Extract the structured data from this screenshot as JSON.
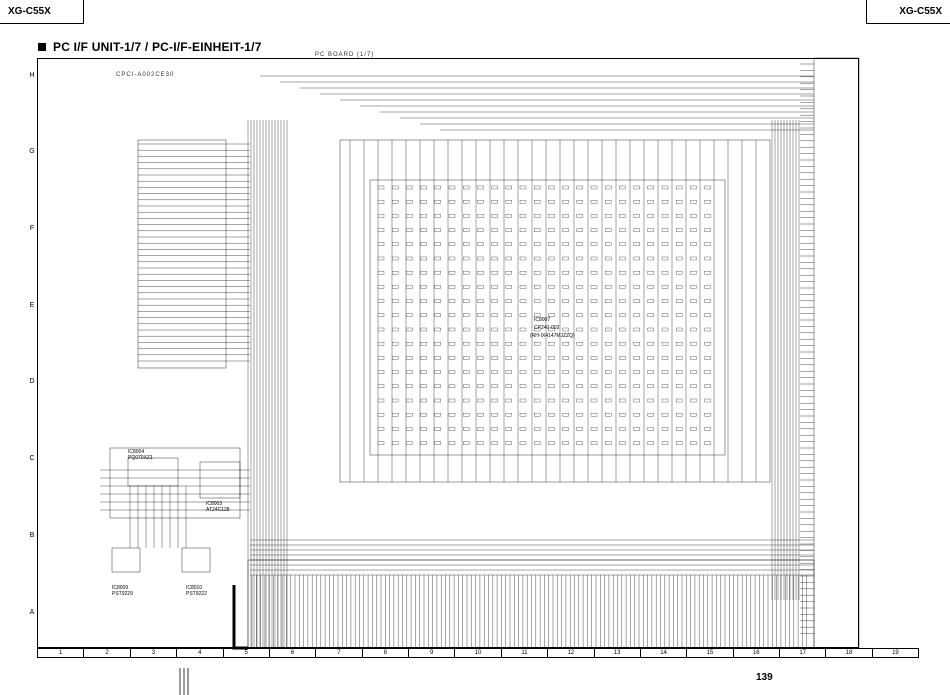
{
  "header": {
    "model_left": "XG-C55X",
    "model_right": "XG-C55X",
    "title": "PC I/F UNIT-1/7 / PC-I/F-EINHEIT-1/7"
  },
  "schematic": {
    "board_label": "PC BOARD (1/7)",
    "part_label": "CPCI-A002CE30",
    "ics": [
      {
        "ref": "IC8007",
        "part": "CP240-003",
        "sub": "(RH-IX4147MJZZQ)"
      },
      {
        "ref": "IC8004",
        "part": "PQ070XZ1"
      },
      {
        "ref": "IC8003",
        "part": "AT24C128"
      },
      {
        "ref": "IC8009",
        "part": "PST9229"
      },
      {
        "ref": "IC8010",
        "part": "PST9222"
      }
    ]
  },
  "grid": {
    "rows": [
      "H",
      "G",
      "F",
      "E",
      "D",
      "C",
      "B",
      "A"
    ],
    "columns": [
      "1",
      "2",
      "3",
      "4",
      "5",
      "6",
      "7",
      "8",
      "9",
      "10",
      "11",
      "12",
      "13",
      "14",
      "15",
      "16",
      "17",
      "18",
      "19"
    ]
  },
  "footer": {
    "page_number": "139"
  }
}
